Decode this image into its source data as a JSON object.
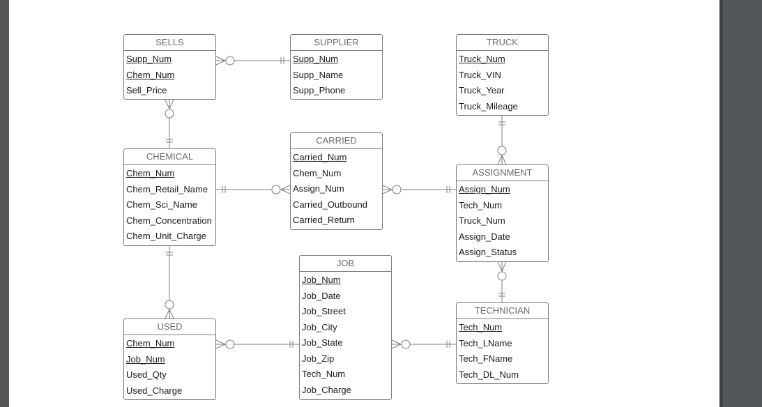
{
  "colors": {
    "background": "#54575a",
    "paper": "#ffffff",
    "border": "#7c7c7c",
    "title": "#6b6b6b",
    "text": "#1a1a1a"
  },
  "entities": {
    "sells": {
      "title": "SELLS",
      "attrs": [
        "Supp_Num",
        "Chem_Num",
        "Sell_Price"
      ]
    },
    "supplier": {
      "title": "SUPPLIER",
      "attrs": [
        "Supp_Num",
        "Supp_Name",
        "Supp_Phone"
      ]
    },
    "truck": {
      "title": "TRUCK",
      "attrs": [
        "Truck_Num",
        "Truck_VIN",
        "Truck_Year",
        "Truck_Mileage"
      ]
    },
    "chemical": {
      "title": "CHEMICAL",
      "attrs": [
        "Chem_Num",
        "Chem_Retail_Name",
        "Chem_Sci_Name",
        "Chem_Concentration",
        "Chem_Unit_Charge"
      ]
    },
    "carried": {
      "title": "CARRIED",
      "attrs": [
        "Carried_Num",
        "Chem_Num",
        "Assign_Num",
        "Carried_Outbound",
        "Carried_Return"
      ]
    },
    "assignment": {
      "title": "ASSIGNMENT",
      "attrs": [
        "Assign_Num",
        "Tech_Num",
        "Truck_Num",
        "Assign_Date",
        "Assign_Status"
      ]
    },
    "job": {
      "title": "JOB",
      "attrs": [
        "Job_Num",
        "Job_Date",
        "Job_Street",
        "Job_City",
        "Job_State",
        "Job_Zip",
        "Tech_Num",
        "Job_Charge"
      ]
    },
    "used": {
      "title": "USED",
      "attrs": [
        "Chem_Num",
        "Job_Num",
        "Used_Qty",
        "Used_Charge"
      ]
    },
    "technician": {
      "title": "TECHNICIAN",
      "attrs": [
        "Tech_Num",
        "Tech_LName",
        "Tech_FName",
        "Tech_DL_Num"
      ]
    }
  },
  "relationships": [
    {
      "from": "sells",
      "to": "supplier",
      "from_end": "zero-or-many",
      "to_end": "exactly-one"
    },
    {
      "from": "sells",
      "to": "chemical",
      "from_end": "zero-or-many",
      "to_end": "exactly-one"
    },
    {
      "from": "chemical",
      "to": "carried",
      "from_end": "exactly-one",
      "to_end": "zero-or-many"
    },
    {
      "from": "carried",
      "to": "assignment",
      "from_end": "zero-or-many",
      "to_end": "exactly-one"
    },
    {
      "from": "truck",
      "to": "assignment",
      "from_end": "exactly-one",
      "to_end": "zero-or-many"
    },
    {
      "from": "assignment",
      "to": "technician",
      "from_end": "zero-or-many",
      "to_end": "exactly-one"
    },
    {
      "from": "chemical",
      "to": "used",
      "from_end": "exactly-one",
      "to_end": "zero-or-many"
    },
    {
      "from": "used",
      "to": "job",
      "from_end": "zero-or-many",
      "to_end": "exactly-one"
    },
    {
      "from": "job",
      "to": "technician",
      "from_end": "zero-or-many",
      "to_end": "exactly-one"
    }
  ]
}
